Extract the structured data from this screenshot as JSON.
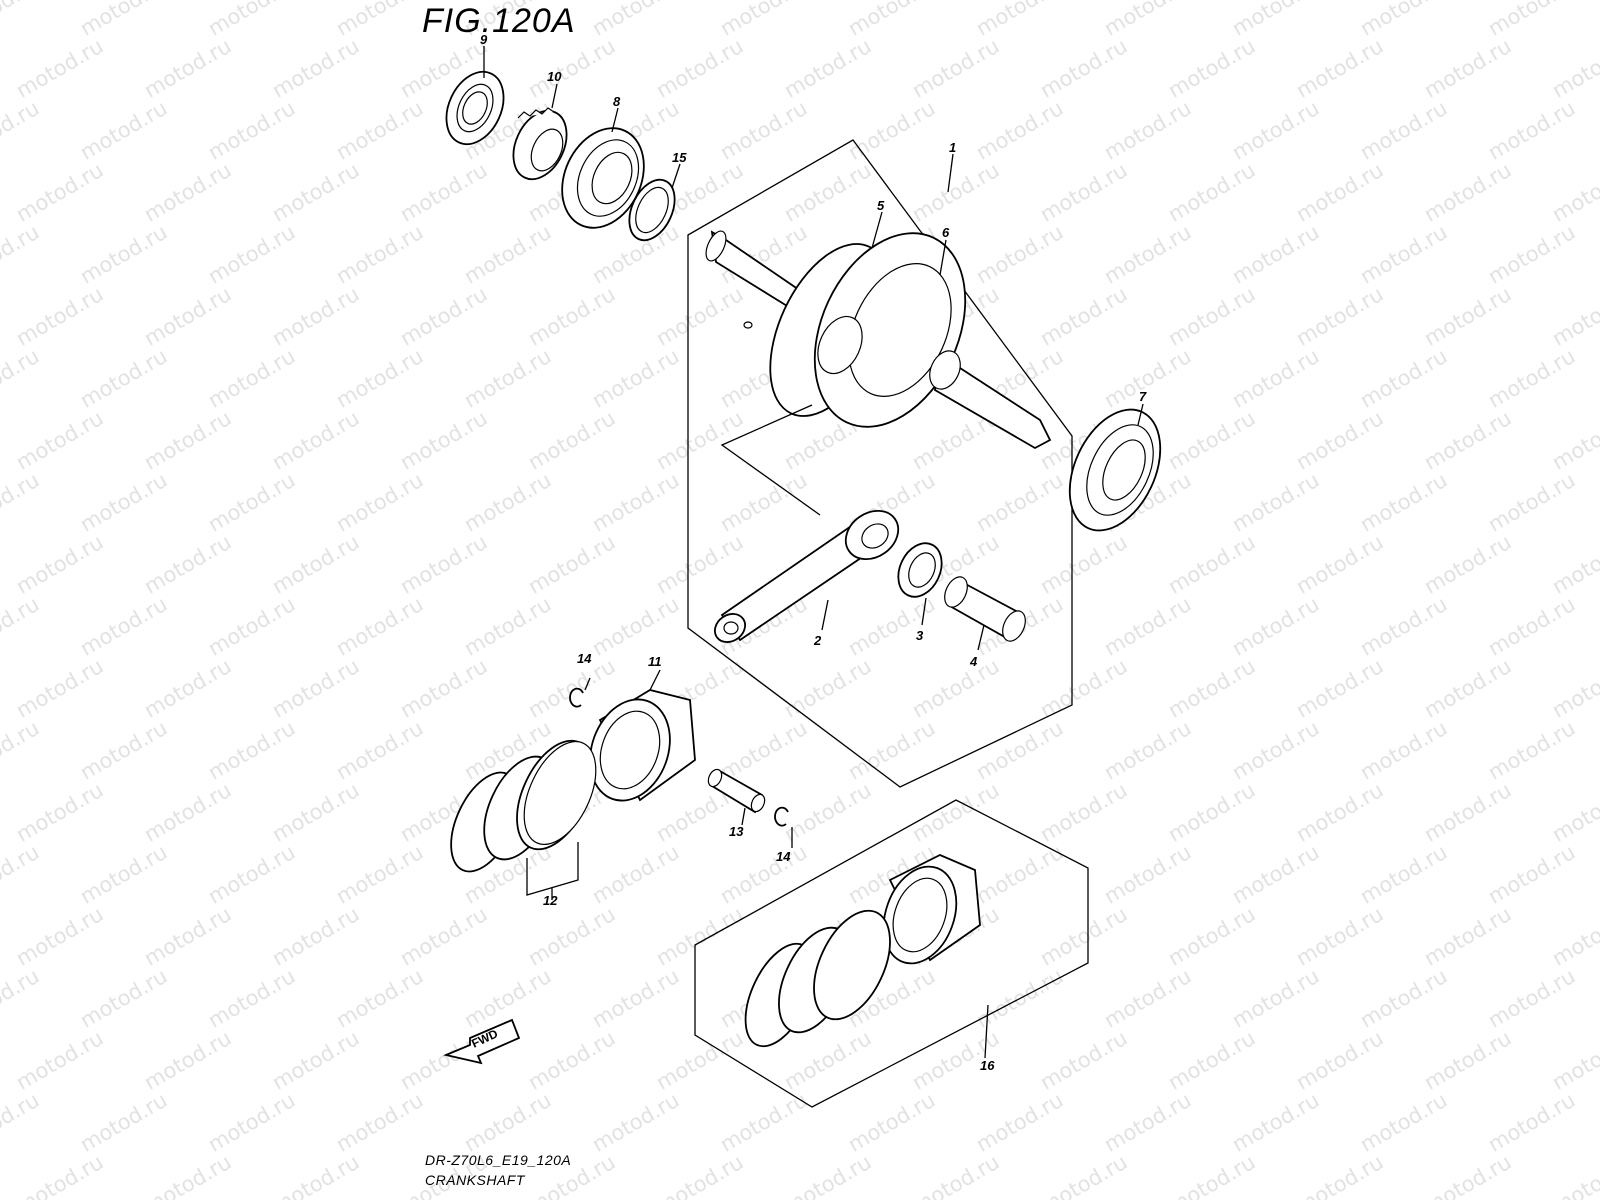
{
  "figure": {
    "title": "FIG.120A",
    "code": "DR-Z70L6_E19_120A",
    "caption": "CRANKSHAFT",
    "forward_label": "FWD"
  },
  "watermark": {
    "text": "motod.ru"
  },
  "callouts": {
    "c1": "1",
    "c2": "2",
    "c3": "3",
    "c4": "4",
    "c5": "5",
    "c6": "6",
    "c7": "7",
    "c8": "8",
    "c9": "9",
    "c10": "10",
    "c11": "11",
    "c12": "12",
    "c13": "13",
    "c14a": "14",
    "c14b": "14",
    "c15": "15",
    "c16": "16"
  }
}
